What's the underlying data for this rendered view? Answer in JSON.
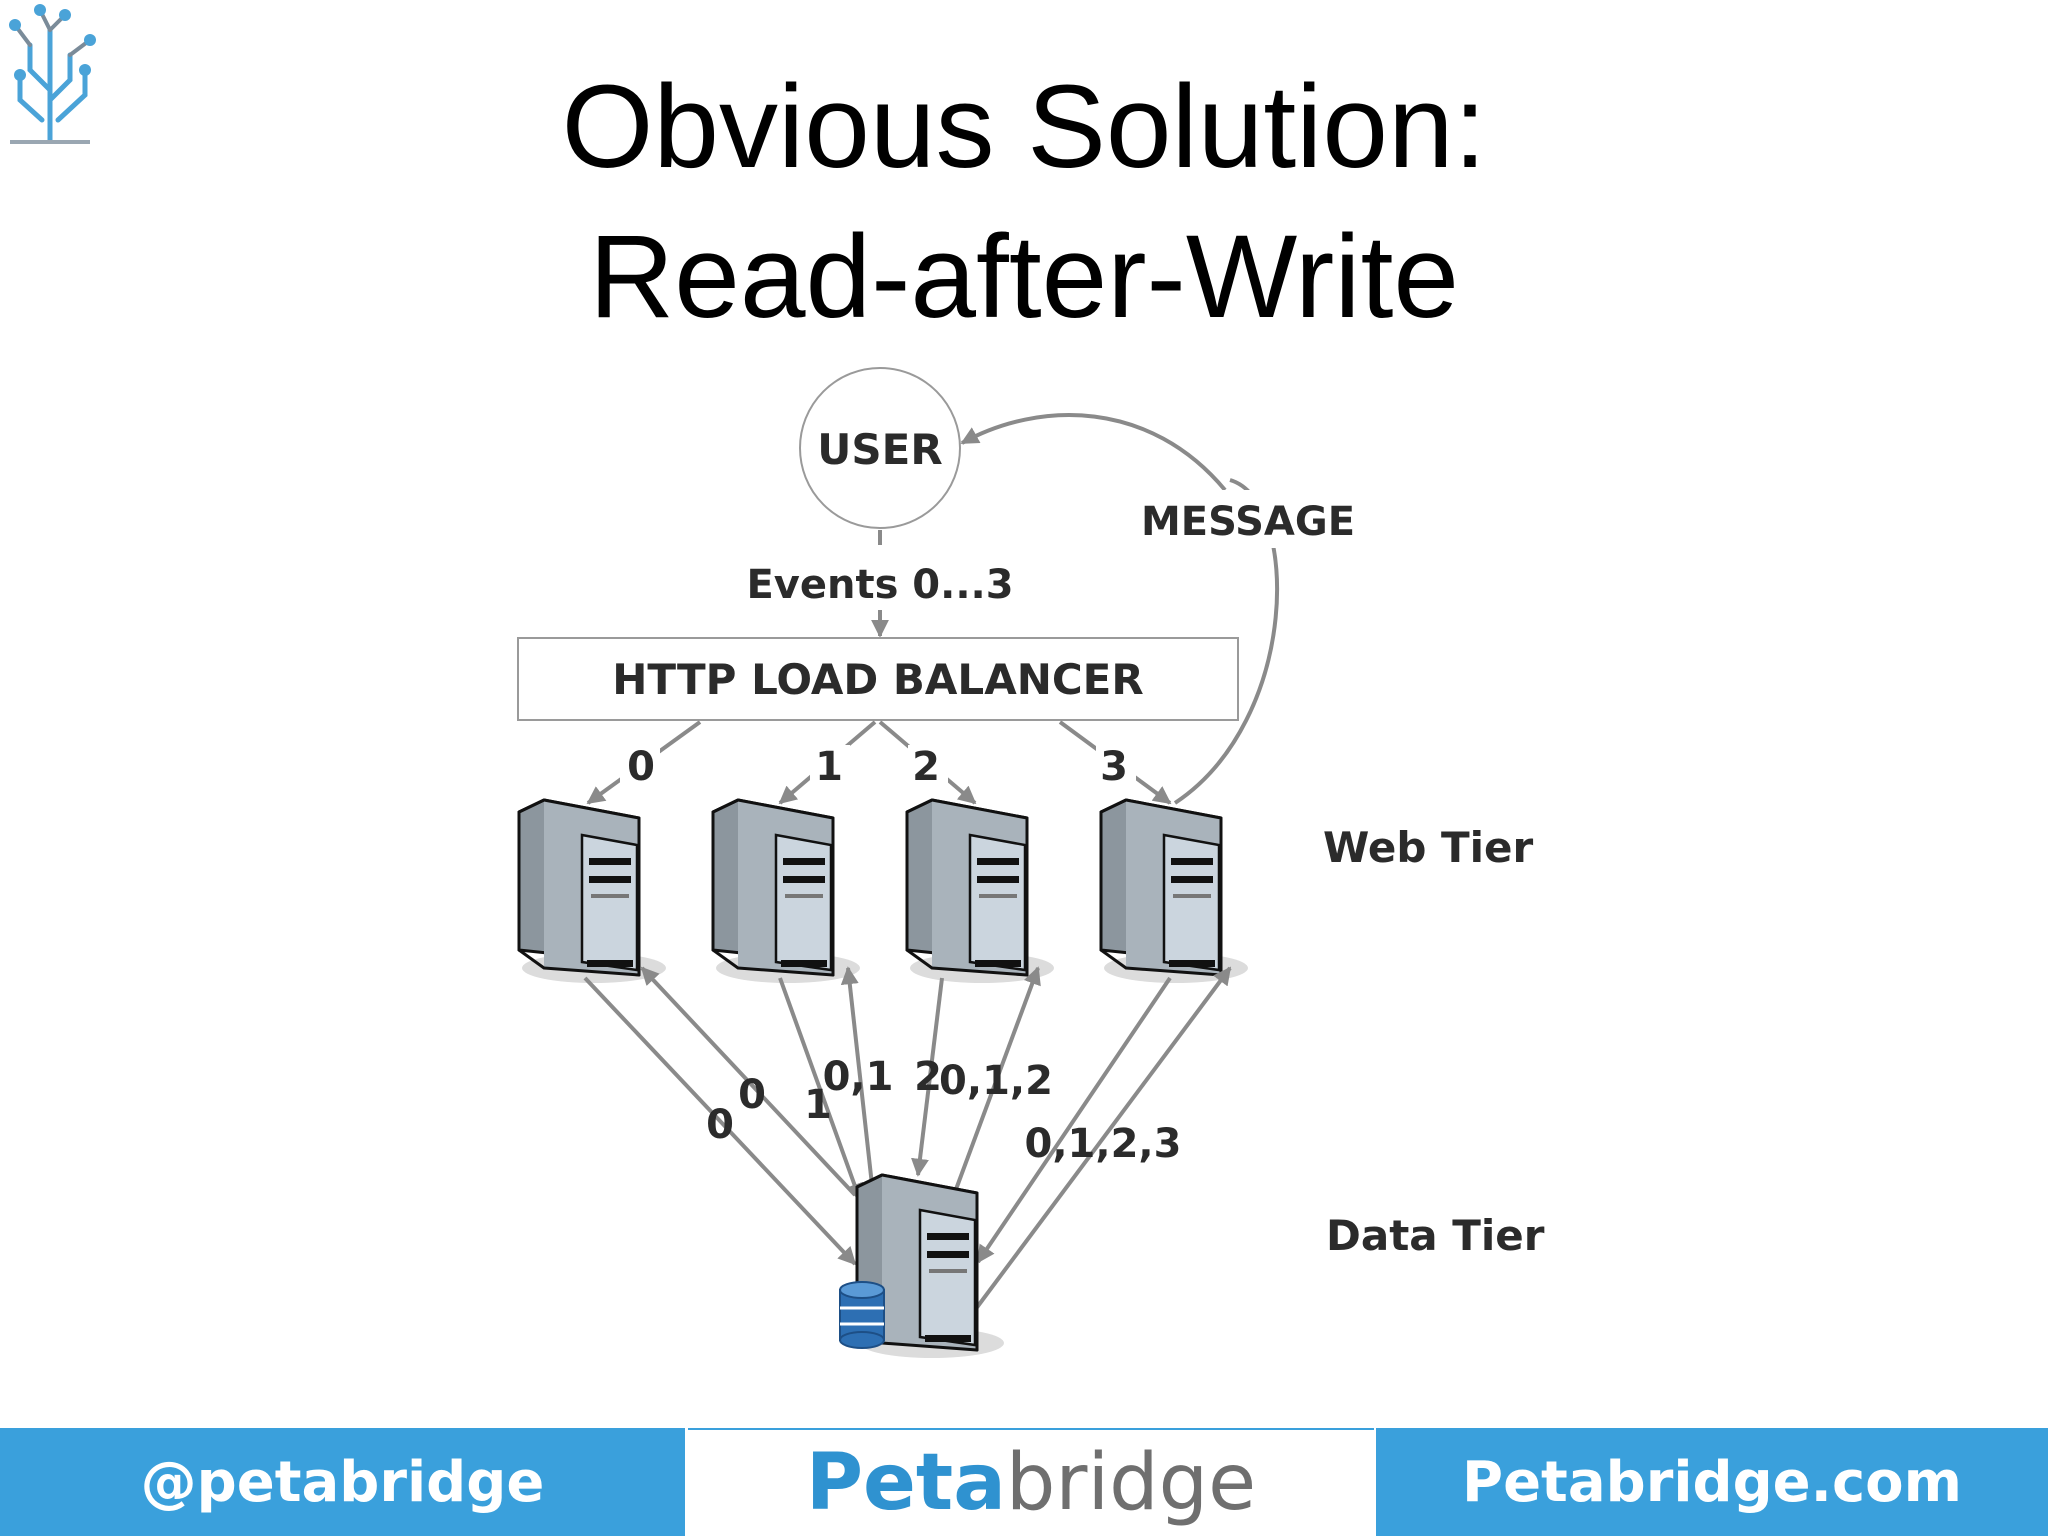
{
  "slide": {
    "title_line1": "Obvious Solution:",
    "title_line2": "Read-after-Write"
  },
  "diagram": {
    "user": "USER",
    "message": "MESSAGE",
    "events": "Events 0...3",
    "load_balancer": "HTTP LOAD BALANCER",
    "web_tier": "Web Tier",
    "data_tier": "Data Tier",
    "route_labels": [
      "0",
      "1",
      "2",
      "3"
    ],
    "write_labels": [
      "0",
      "1",
      "2"
    ],
    "read_labels": [
      "0",
      "0,1",
      "0,1,2",
      "0,1,2,3"
    ]
  },
  "footer": {
    "left": "@petabridge",
    "brand_part1": "Peta",
    "brand_part2": "bridge",
    "right": "Petabridge.com"
  },
  "colors": {
    "footer_blue": "#3aa0dc",
    "arrow_gray": "#8a8a8a",
    "server_body": "#a9b3bb"
  }
}
